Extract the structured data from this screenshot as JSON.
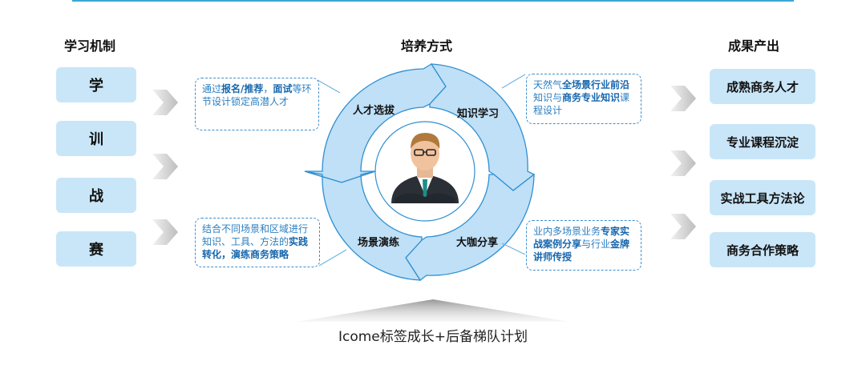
{
  "left": {
    "heading": "学习机制",
    "items": [
      "学",
      "训",
      "战",
      "赛"
    ]
  },
  "center": {
    "heading": "培养方式",
    "stages": [
      "人才选拔",
      "知识学习",
      "场景演练",
      "大咖分享"
    ],
    "avatar": "businessman-avatar-icon"
  },
  "right": {
    "heading": "成果产出",
    "items": [
      "成熟商务人才",
      "专业课程沉淀",
      "实战工具方法论",
      "商务合作策略"
    ]
  },
  "notes": {
    "top_left": {
      "t1": "通过",
      "b1": "报名/推荐",
      "t2": "，",
      "b2": "面试",
      "t3": "等环节设计锁定高潜人才"
    },
    "top_right": {
      "t1": "天然气",
      "b1": "全场景行业前沿",
      "t2": "知识与",
      "b2": "商务专业知识",
      "t3": "课程设计"
    },
    "bottom_left": {
      "t1": "结合不同场景和区域进行知识、工具、方法的",
      "b1": "实践转化，演练商务策略",
      "t2": ""
    },
    "bottom_right": {
      "t1": "业内多场景业务",
      "b1": "专家实战案例分享",
      "t2": "与行业",
      "b2": "金牌讲师传授",
      "t3": ""
    }
  },
  "footer": "Icome标签成长+后备梯队计划",
  "colors": {
    "box": "#c9e6f8",
    "wheel": "#bfe0f7",
    "wheel_stroke": "#2f8fd0",
    "note_text": "#2a7fc2"
  }
}
